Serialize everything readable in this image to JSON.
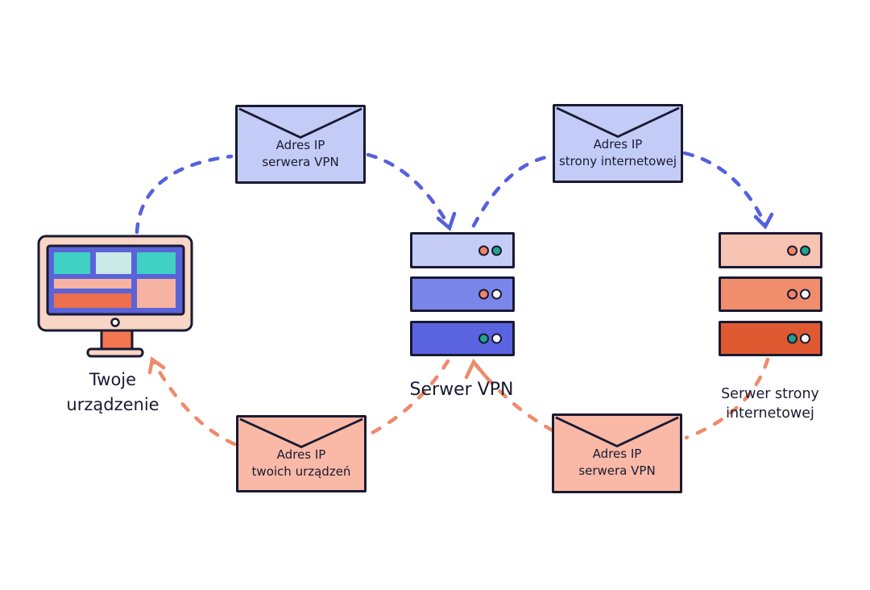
{
  "diagram": {
    "topic": "VPN traffic flow diagram",
    "icons": {
      "device": "monitor-icon",
      "vpn_server": "server-stack-icon",
      "web_server": "server-stack-icon",
      "packet": "envelope-icon",
      "flow": "dashed-arrow-icon"
    },
    "colors": {
      "ink": "#191a33",
      "blue_arrow": "#5560dd",
      "salmon_arrow": "#ef8a6a",
      "envelope_blue": "#c3ccf7",
      "envelope_salmon": "#f9b9a6",
      "vpn_bars": [
        "#c5cdf7",
        "#7b86ea",
        "#5a63e0"
      ],
      "web_bars": [
        "#f7c3b3",
        "#ef8d6d",
        "#df5a30"
      ],
      "led_orange": "#ef8566",
      "led_teal": "#1fa48e",
      "led_white": "#ffffff",
      "screen_blue": "#5a63d8",
      "screen_teal": "#3fd1c4",
      "screen_mint": "#c8e9e6",
      "screen_salmon": "#f6b3a1",
      "screen_orange": "#ee6f4e",
      "monitor_frame": "#f9d5c5",
      "stand_orange": "#f4764f"
    }
  },
  "device": {
    "label_line1": "Twoje",
    "label_line2": "urządzenie"
  },
  "vpn_server": {
    "label": "Serwer VPN",
    "leds": [
      [
        "orange",
        "teal"
      ],
      [
        "orange",
        "white"
      ],
      [
        "teal",
        "white"
      ]
    ]
  },
  "web_server": {
    "label_line1": "Serwer strony",
    "label_line2": "internetowej",
    "leds": [
      [
        "orange",
        "teal"
      ],
      [
        "orange",
        "white"
      ],
      [
        "teal",
        "white"
      ]
    ]
  },
  "envelopes": {
    "top_left": {
      "line1": "Adres IP",
      "line2": "serwera VPN"
    },
    "top_right": {
      "line1": "Adres IP",
      "line2": "strony internetowej"
    },
    "bottom_left": {
      "line1": "Adres IP",
      "line2": "twoich urządzeń"
    },
    "bottom_right": {
      "line1": "Adres IP",
      "line2": "serwera VPN"
    }
  }
}
